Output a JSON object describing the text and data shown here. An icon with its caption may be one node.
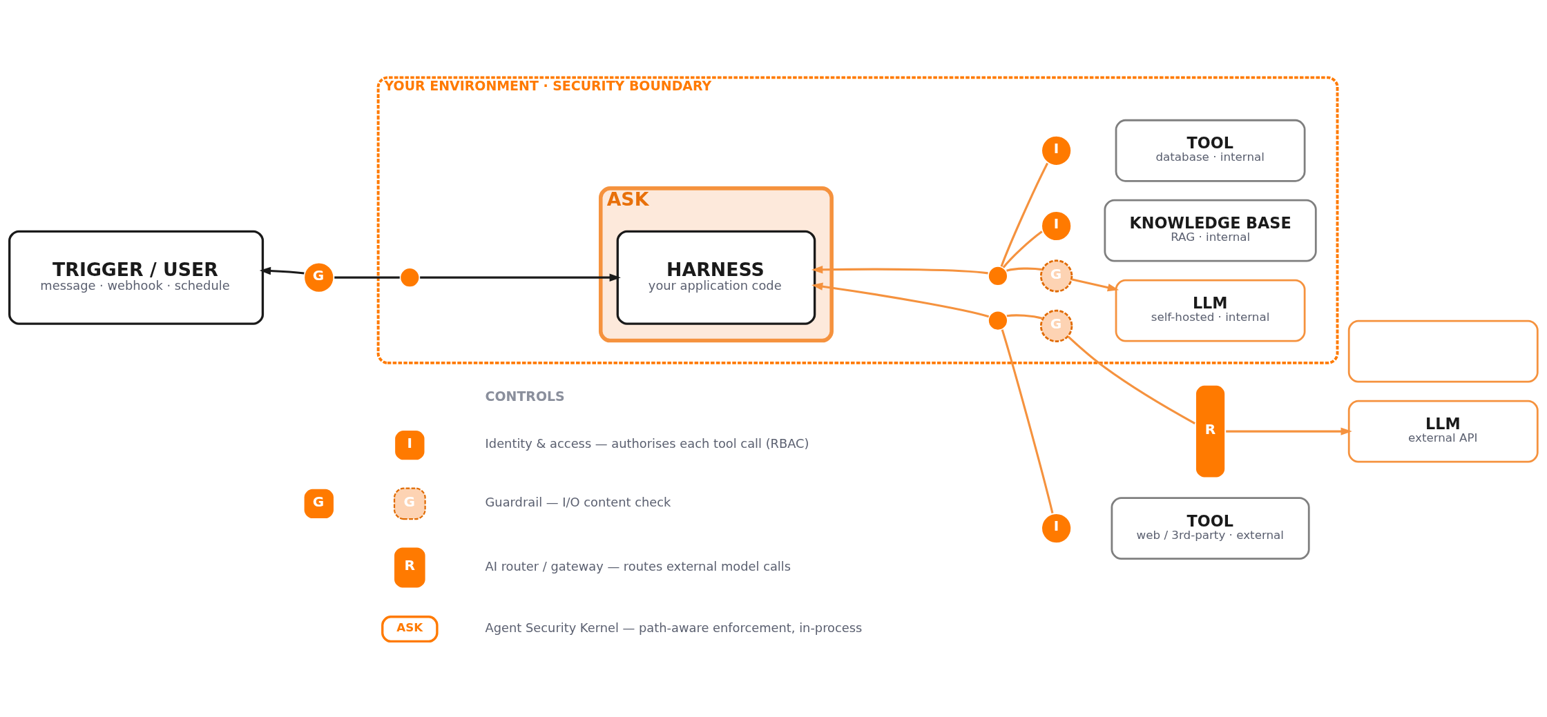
{
  "diagram": {
    "nodes": [
      {
        "text": [
          "YOUR ENVIRONMENT · SECURITY BOUNDARY"
        ]
      },
      {
        "text": [
          "I"
        ],
        "in": 0
      },
      {
        "text": [
          "TOOL",
          "database · internal"
        ],
        "in": 0
      },
      {
        "text": [
          "I"
        ],
        "in": 0
      },
      {
        "text": [
          "KNOWLEDGE BASE",
          "RAG · internal"
        ],
        "in": 0
      },
      {
        "text": [
          "TRIGGER / USER",
          "message · webhook · schedule"
        ]
      },
      {
        "text": [
          "G"
        ]
      },
      {
        "text": [
          "ASK"
        ],
        "in": 0
      },
      {
        "text": [],
        "shape": "circle",
        "in": 0
      },
      {
        "text": [
          "HARNESS",
          "your application code"
        ],
        "in": 7
      },
      {
        "text": [],
        "shape": "circle",
        "in": 0
      },
      {
        "text": [
          "G"
        ],
        "in": 0
      },
      {
        "text": [
          "LLM",
          "self-hosted · internal"
        ],
        "in": 0
      },
      {
        "text": [
          "R"
        ]
      },
      {
        "text": [],
        "shape": "box"
      },
      {
        "text": [
          "LLM",
          "external API"
        ]
      },
      {
        "text": [],
        "shape": "circle",
        "in": 0
      },
      {
        "text": [
          "G"
        ],
        "in": 0
      },
      {
        "text": [
          "I"
        ]
      },
      {
        "text": [
          "TOOL",
          "web / 3rd-party · external"
        ]
      }
    ],
    "edges": [
      {
        "from": 6,
        "to": 5,
        "arrow": "to",
        "color": "#1a1a1a"
      },
      {
        "from": 6,
        "to": 8,
        "arrow": "none",
        "color": "#1a1a1a"
      },
      {
        "from": 8,
        "to": 9,
        "arrow": "to",
        "color": "#1a1a1a"
      },
      {
        "from": 10,
        "to": 9,
        "arrow": "to"
      },
      {
        "from": 10,
        "to": 1,
        "arrow": "none"
      },
      {
        "from": 10,
        "to": 3,
        "arrow": "none"
      },
      {
        "from": 10,
        "to": 11,
        "arrow": "none"
      },
      {
        "from": 11,
        "to": 12,
        "arrow": "to"
      },
      {
        "from": 16,
        "to": 9,
        "arrow": "to"
      },
      {
        "from": 16,
        "to": 17,
        "arrow": "none"
      },
      {
        "from": 17,
        "to": 13,
        "arrow": "none"
      },
      {
        "from": 13,
        "to": 15,
        "arrow": "to"
      },
      {
        "from": 16,
        "to": 18,
        "arrow": "none"
      }
    ],
    "labels": [
      "CONTROLS",
      "I",
      "G",
      "G",
      "R",
      "ASK"
    ],
    "legend": [
      {
        "text": "Identity & access — authorises each tool call (RBAC)"
      },
      {
        "text": "Guardrail — I/O content check"
      },
      {
        "text": "AI router / gateway — routes external model calls"
      },
      {
        "text": "Agent Security Kernel — path-aware enforcement, in-process"
      }
    ]
  }
}
